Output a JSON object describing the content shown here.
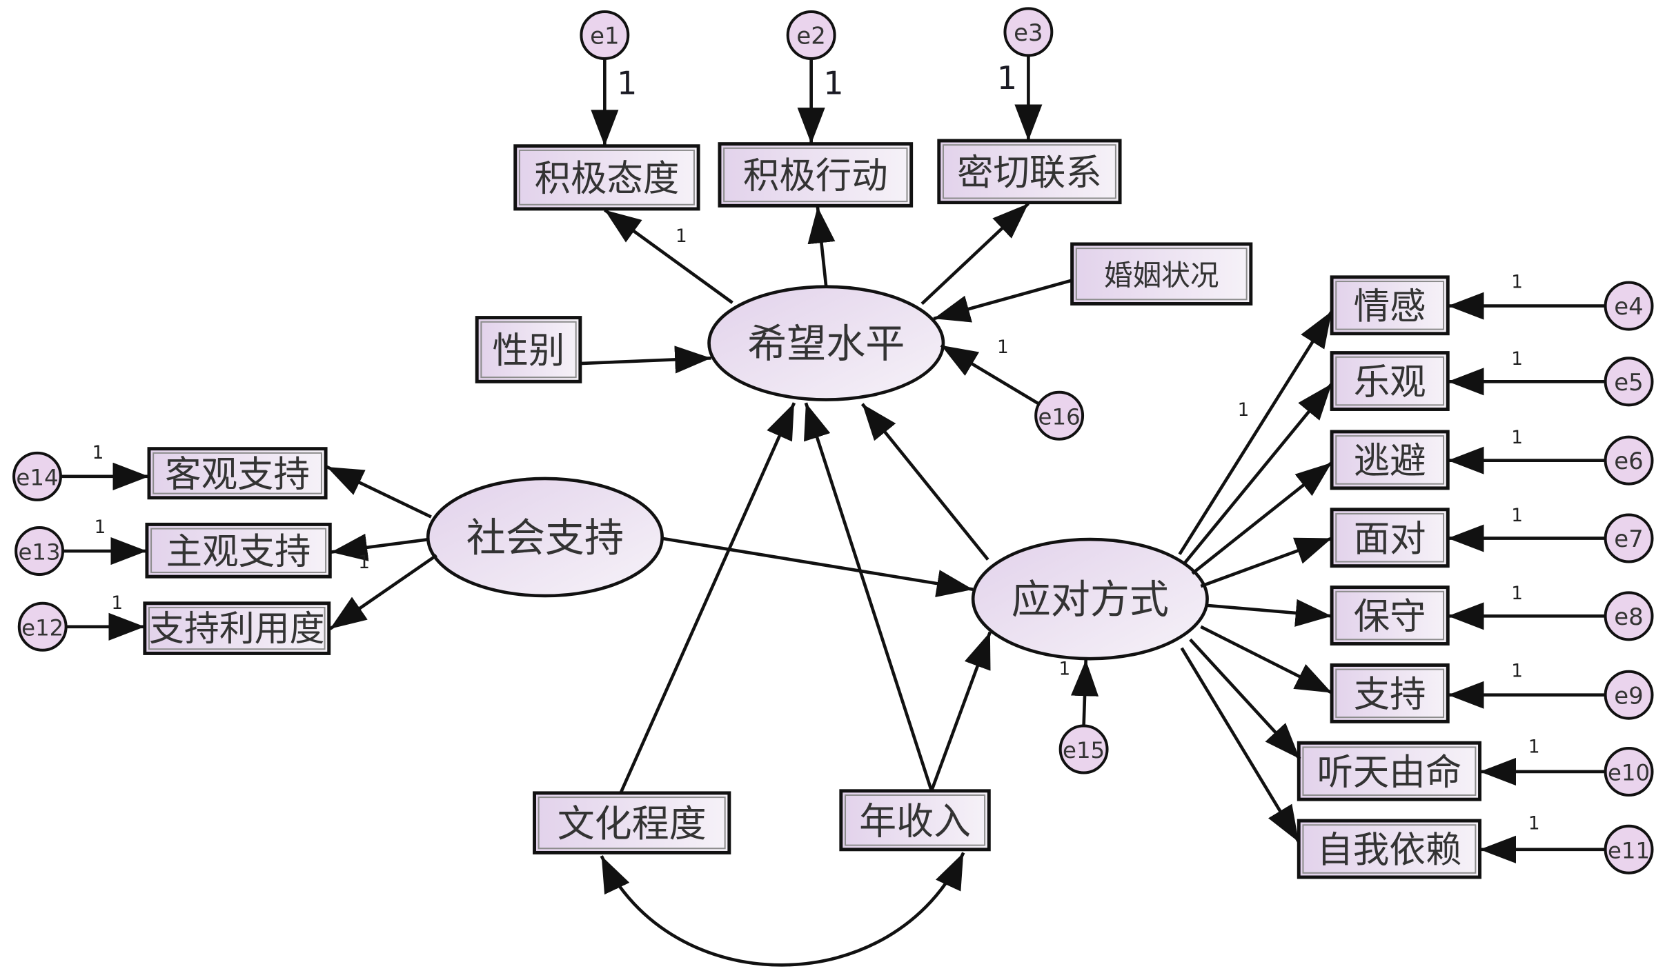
{
  "diagram": {
    "latent_variables": {
      "hope_level": "希望水平",
      "social_support": "社会支持",
      "coping_style": "应对方式"
    },
    "observed_variables": {
      "positive_attitude": "积极态度",
      "positive_action": "积极行动",
      "close_contact": "密切联系",
      "marital_status": "婚姻状况",
      "gender": "性别",
      "objective_support": "客观支持",
      "subjective_support": "主观支持",
      "support_utilization": "支持利用度",
      "emotion": "情感",
      "optimism": "乐观",
      "avoidance": "逃避",
      "confrontation": "面对",
      "conservative": "保守",
      "support": "支持",
      "fatalism": "听天由命",
      "self_reliance": "自我依赖",
      "education": "文化程度",
      "annual_income": "年收入"
    },
    "error_terms": {
      "e1": "e1",
      "e2": "e2",
      "e3": "e3",
      "e4": "e4",
      "e5": "e5",
      "e6": "e6",
      "e7": "e7",
      "e8": "e8",
      "e9": "e9",
      "e10": "e10",
      "e11": "e11",
      "e12": "e12",
      "e13": "e13",
      "e14": "e14",
      "e15": "e15",
      "e16": "e16"
    },
    "paths": {
      "e1>positive_attitude": "1",
      "e2>positive_action": "1",
      "e3>close_contact": "1",
      "hope_level>positive_attitude": "1",
      "hope_level>positive_action": "",
      "hope_level>close_contact": "",
      "marital_status>hope_level": "",
      "gender>hope_level": "",
      "e16>hope_level": "1",
      "social_support>objective_support": "",
      "social_support>subjective_support": "",
      "social_support>support_utilization": "1",
      "e14>objective_support": "1",
      "e13>subjective_support": "1",
      "e12>support_utilization": "1",
      "social_support>coping_style": "",
      "coping_style>hope_level": "",
      "education>hope_level": "",
      "annual_income>hope_level": "",
      "annual_income>coping_style": "",
      "e15>coping_style": "1",
      "coping_style>emotion": "1",
      "coping_style>optimism": "",
      "coping_style>avoidance": "",
      "coping_style>confrontation": "",
      "coping_style>conservative": "",
      "coping_style>support": "",
      "coping_style>fatalism": "",
      "coping_style>self_reliance": "",
      "e4>emotion": "1",
      "e5>optimism": "1",
      "e6>avoidance": "1",
      "e7>confrontation": "1",
      "e8>conservative": "1",
      "e9>support": "1",
      "e10>fatalism": "1",
      "e11>self_reliance": "1"
    },
    "covariances": {
      "education<>annual_income": ""
    }
  },
  "colors": {
    "node_fill_start": "#e2d2eb",
    "node_fill_end": "#f6f2f8",
    "error_fill": "#ead4ed",
    "stroke": "#111111",
    "text": "#333333"
  }
}
